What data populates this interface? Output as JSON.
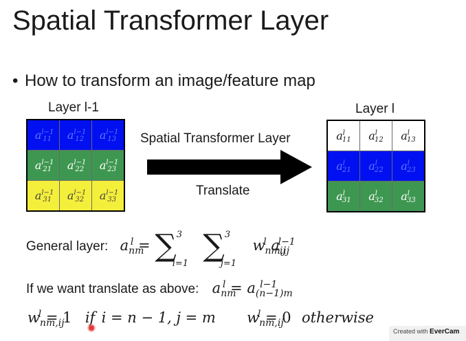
{
  "slide": {
    "title": "Spatial Transformer Layer",
    "bullet": "How to transform an image/feature map",
    "left_grid_label": "Layer l-1",
    "right_grid_label": "Layer l",
    "arrow_top_label": "Spatial Transformer Layer",
    "arrow_bottom_label": "Translate",
    "general_layer_label": "General layer:",
    "translate_text": "If we want translate as above:",
    "condition_if": "if",
    "condition_otherwise": "otherwise"
  },
  "left_grid": {
    "rows": [
      {
        "color": "blue",
        "cells": [
          "a11",
          "a12",
          "a13"
        ],
        "sup": "l−1"
      },
      {
        "color": "green",
        "cells": [
          "a21",
          "a22",
          "a23"
        ],
        "sup": "l−1"
      },
      {
        "color": "yellow",
        "cells": [
          "a31",
          "a32",
          "a33"
        ],
        "sup": "l−1"
      }
    ]
  },
  "right_grid": {
    "rows": [
      {
        "color": "white",
        "cells": [
          "a11",
          "a12",
          "a13"
        ],
        "sup": "l"
      },
      {
        "color": "blue",
        "cells": [
          "a21",
          "a22",
          "a23"
        ],
        "sup": "l"
      },
      {
        "color": "green",
        "cells": [
          "a31",
          "a32",
          "a33"
        ],
        "sup": "l"
      }
    ]
  },
  "colors": {
    "blue": "#0010f0",
    "green": "#3e9750",
    "yellow": "#f4ef3a",
    "arrow": "#000000",
    "cursor": "#e23b3b"
  },
  "watermark": {
    "prefix": "Created with",
    "brand": "EverCam"
  },
  "icons": [
    "right-arrow-icon",
    "cursor-pointer-icon"
  ]
}
